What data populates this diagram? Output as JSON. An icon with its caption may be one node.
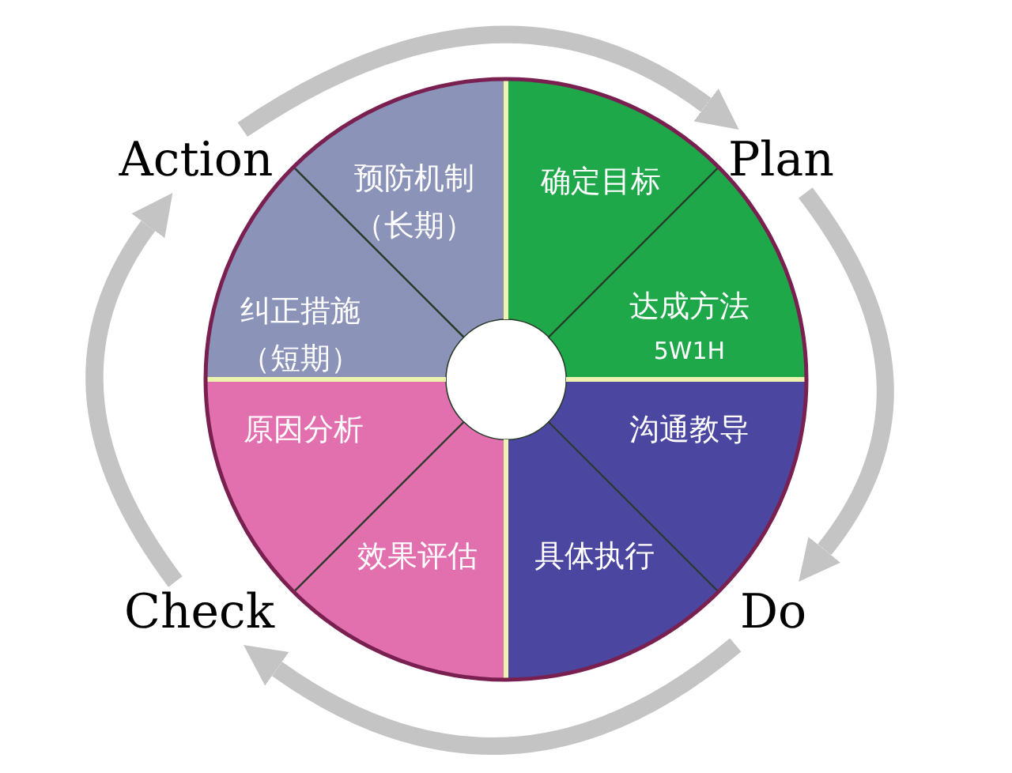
{
  "diagram": {
    "nodes": [
      {
        "text": [
          "Action"
        ]
      },
      {
        "text": [
          "预防机制（长期）"
        ]
      },
      {
        "text": [
          "确定目标"
        ]
      },
      {
        "text": [
          "Plan"
        ]
      },
      {
        "text": [
          "纠正措施（短期）"
        ]
      },
      {
        "text": [
          "达成方法",
          "5W1H"
        ]
      },
      {
        "text": [
          "原因分析"
        ]
      },
      {
        "text": [
          "沟通教导"
        ]
      },
      {
        "text": [
          "效果评估"
        ]
      },
      {
        "text": [
          "具体执行"
        ]
      },
      {
        "text": [
          "Check"
        ]
      },
      {
        "text": [
          "Do"
        ]
      }
    ],
    "edges": [
      {
        "from": 0,
        "to": 3,
        "arrow": "to"
      },
      {
        "from": 3,
        "to": 11,
        "arrow": "to"
      },
      {
        "from": 11,
        "to": 10,
        "arrow": "to"
      },
      {
        "from": 10,
        "to": 0,
        "arrow": "to"
      }
    ]
  }
}
